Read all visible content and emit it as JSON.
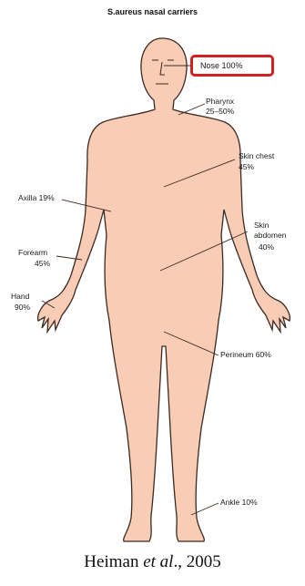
{
  "title": "S.aureus nasal carriers",
  "labels": {
    "nose": "Nose 100%",
    "pharynx": "Pharynx",
    "pharynx_pct": "25–50%",
    "skin_chest": "Skin chest",
    "skin_chest_pct": "45%",
    "axilla": "Axilla 19%",
    "skin_abdomen": "Skin",
    "skin_abdomen2": "abdomen",
    "skin_abdomen_pct": "40%",
    "forearm": "Forearm",
    "forearm_pct": "45%",
    "hand": "Hand",
    "hand_pct": "90%",
    "perineum": "Perineum 60%",
    "ankle": "Ankle 10%"
  },
  "caption": {
    "author": "Heiman ",
    "etal": "et al",
    "year": "., 2005"
  },
  "colors": {
    "skin": "#f9ccb6",
    "outline": "#3a2a22",
    "highlight": "#d42020"
  }
}
